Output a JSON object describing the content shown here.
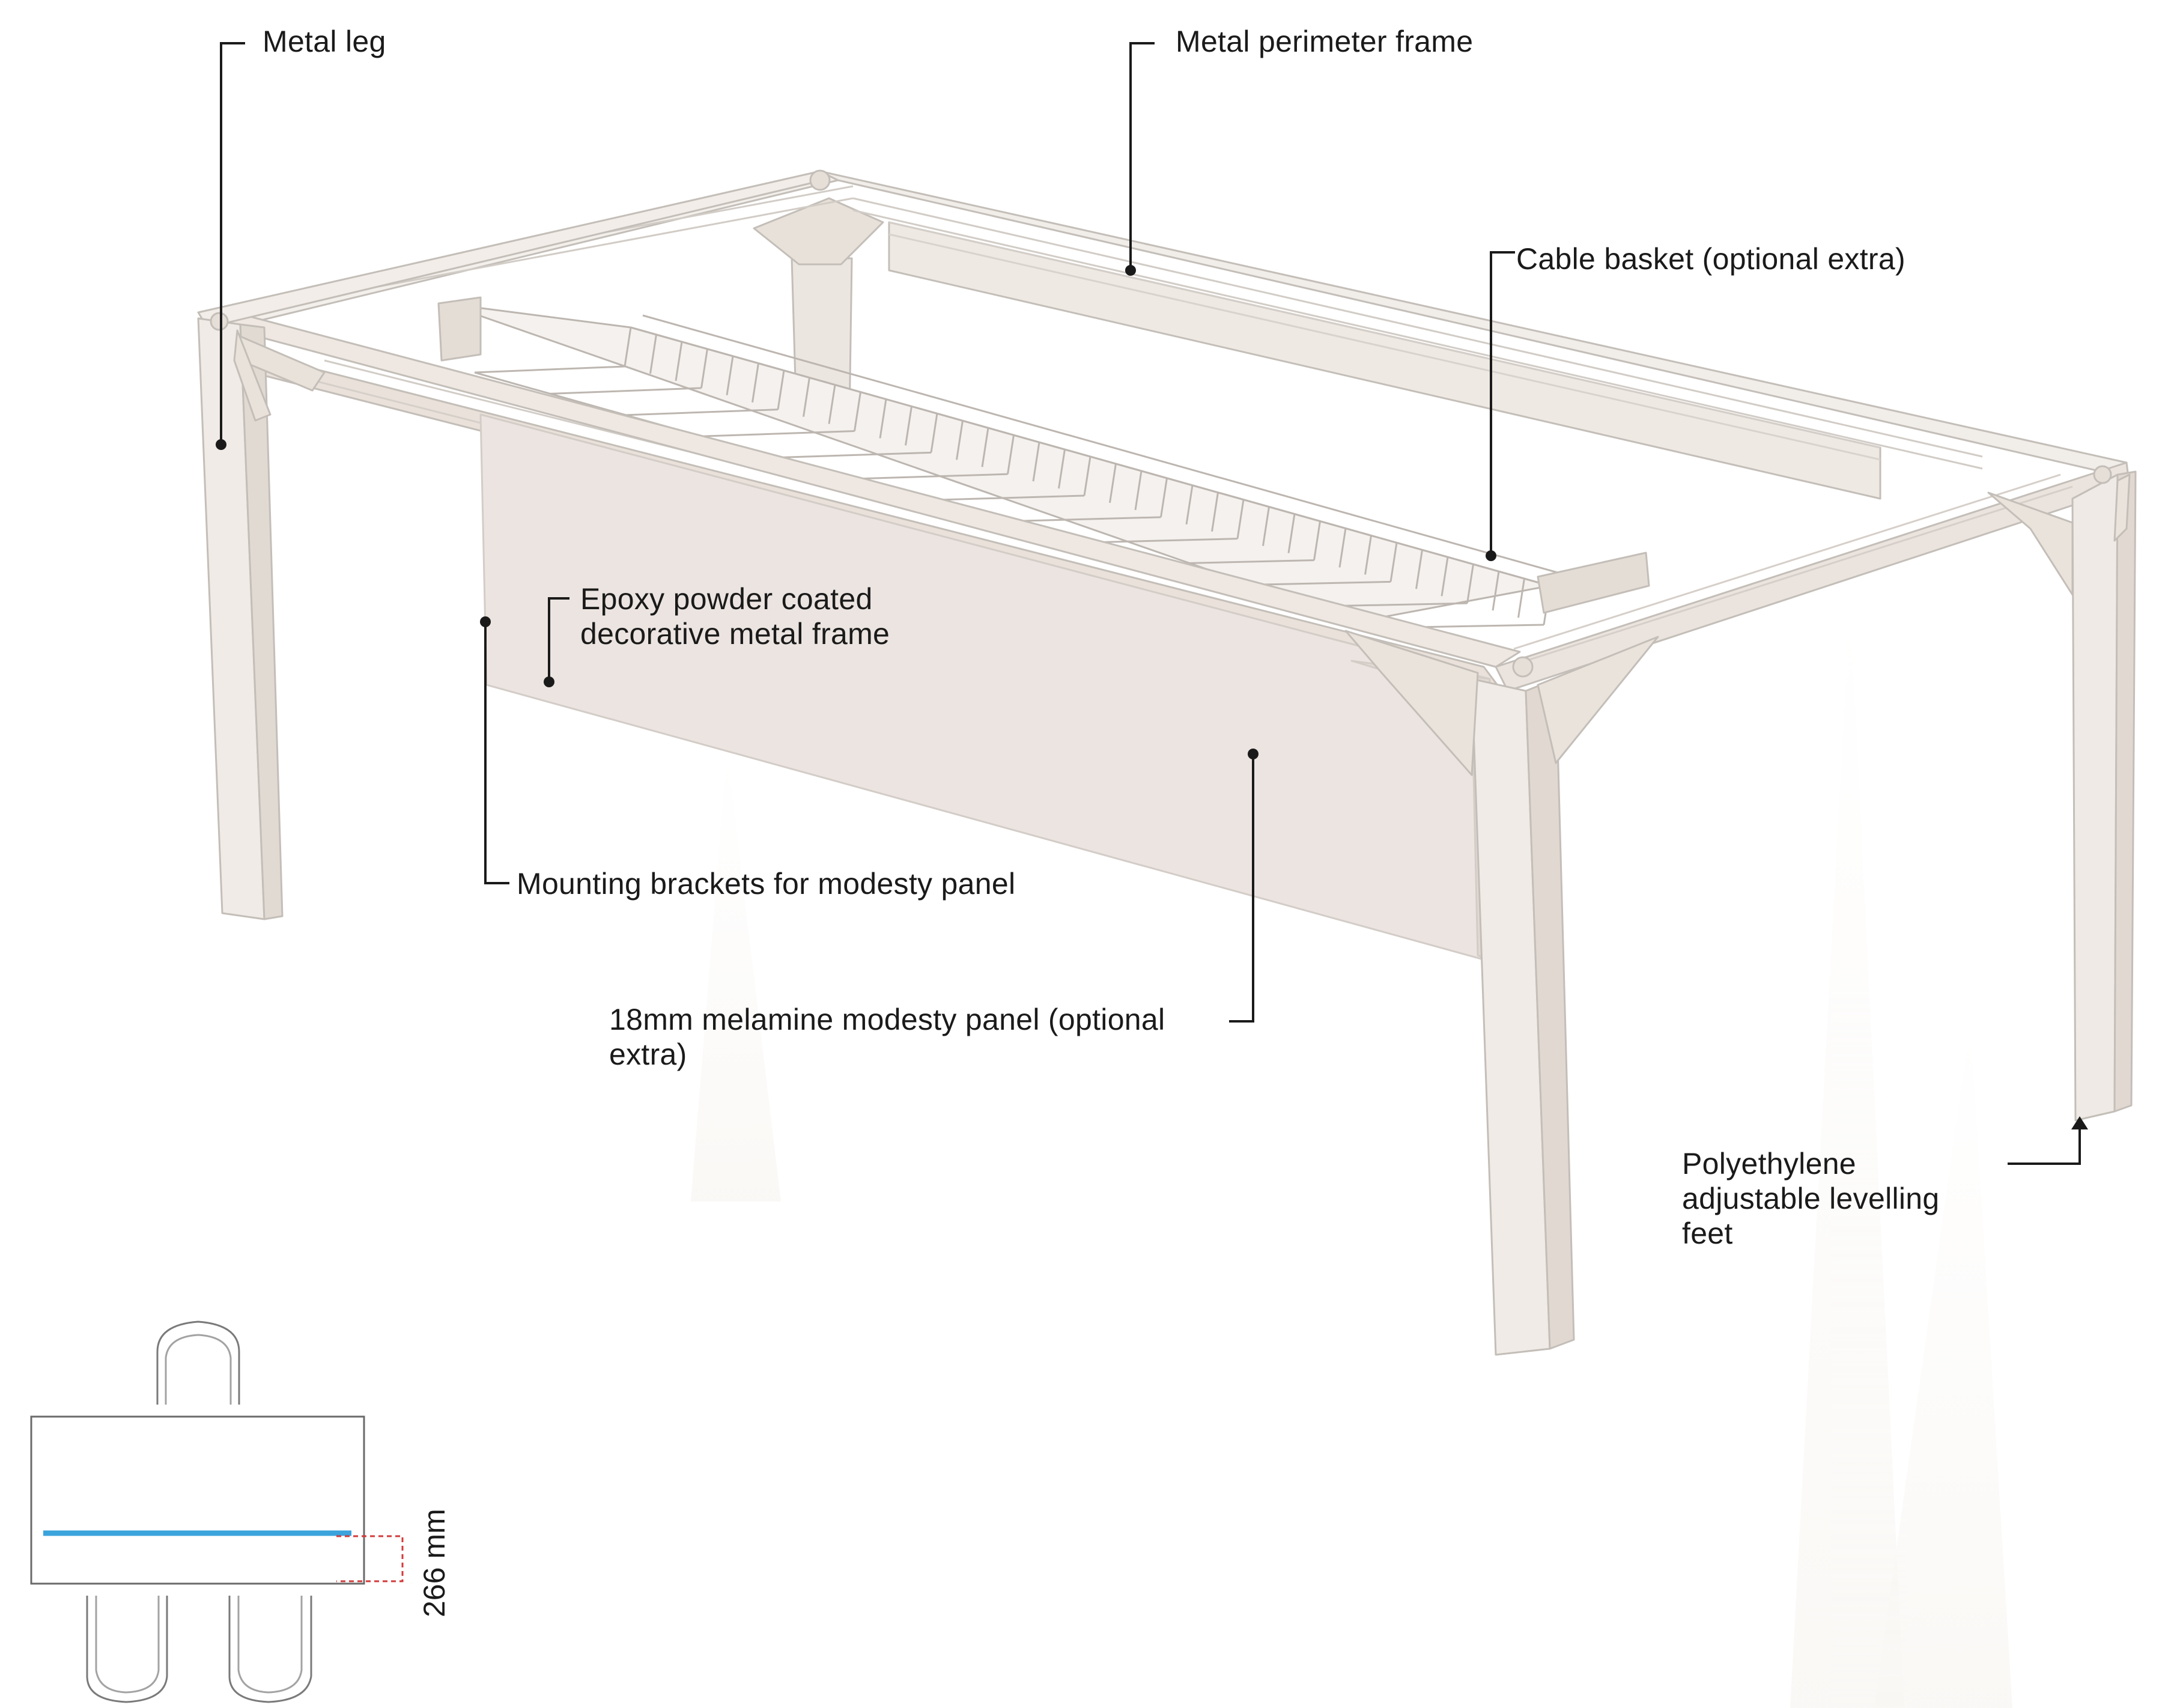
{
  "callouts": {
    "metal_leg": "Metal leg",
    "metal_perimeter_frame": "Metal perimeter frame",
    "cable_basket": "Cable basket (optional extra)",
    "epoxy_frame": [
      "Epoxy powder coated",
      "decorative metal frame"
    ],
    "mounting_brackets": "Mounting brackets for modesty panel",
    "modesty_panel": [
      "18mm melamine modesty panel (optional",
      "extra)"
    ],
    "levelling_feet": [
      "Polyethylene",
      "adjustable levelling",
      "feet"
    ]
  },
  "plan_view": {
    "dimension": "266 mm"
  },
  "colors": {
    "frame_fill": "#f2efec",
    "frame_stroke": "#c9c4bf",
    "panel_fill": "#ebe5e2",
    "leader_line": "#1a1a1a",
    "modesty_line": "#3aa3dc",
    "dimension_dash": "#d23a3a"
  }
}
